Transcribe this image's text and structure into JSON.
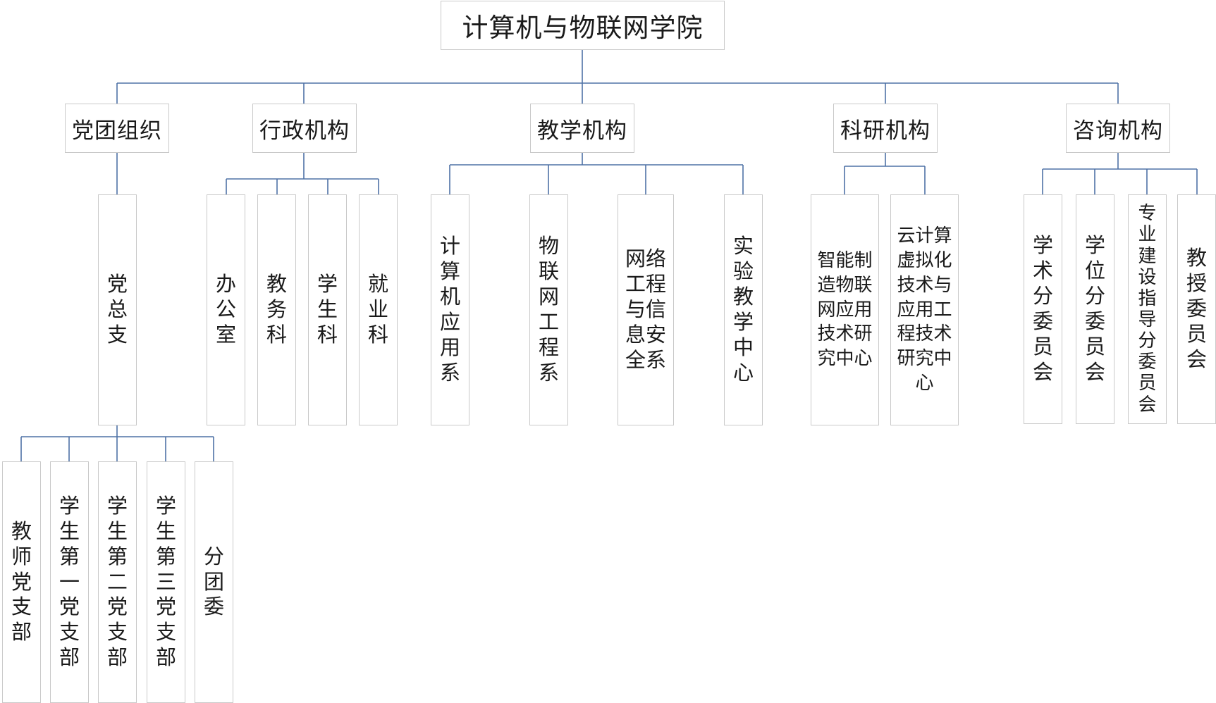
{
  "org_chart": {
    "root": {
      "label": "计算机与物联网学院"
    },
    "branches": [
      {
        "id": "party",
        "label": "党团组织",
        "children": [
          {
            "label": "党\n总\n支",
            "children": [
              {
                "label": "教\n师\n党\n支\n部"
              },
              {
                "label": "学\n生\n第\n一\n党\n支\n部"
              },
              {
                "label": "学\n生\n第\n二\n党\n支\n部"
              },
              {
                "label": "学\n生\n第\n三\n党\n支\n部"
              },
              {
                "label": "分\n团\n委"
              }
            ]
          }
        ]
      },
      {
        "id": "admin",
        "label": "行政机构",
        "children": [
          {
            "label": "办\n公\n室"
          },
          {
            "label": "教\n务\n科"
          },
          {
            "label": "学\n生\n科"
          },
          {
            "label": "就\n业\n科"
          }
        ]
      },
      {
        "id": "teaching",
        "label": "教学机构",
        "children": [
          {
            "label": "计\n算\n机\n应\n用\n系"
          },
          {
            "label": "物\n联\n网\n工\n程\n系"
          },
          {
            "label": "网络\n工程\n与信\n息安\n全系"
          },
          {
            "label": "实\n验\n教\n学\n中\n心"
          }
        ]
      },
      {
        "id": "research",
        "label": "科研机构",
        "children": [
          {
            "label": "智能制\n造物联\n网应用\n技术研\n究中心"
          },
          {
            "label": "云计算\n虚拟化\n技术与\n应用工\n程技术\n研究中\n心"
          }
        ]
      },
      {
        "id": "advisory",
        "label": "咨询机构",
        "children": [
          {
            "label": "学\n术\n分\n委\n员\n会"
          },
          {
            "label": "学\n位\n分\n委\n员\n会"
          },
          {
            "label": "专\n业\n建\n设\n指\n导\n分\n委\n员\n会"
          },
          {
            "label": "教\n授\n委\n员\n会"
          }
        ]
      }
    ]
  }
}
